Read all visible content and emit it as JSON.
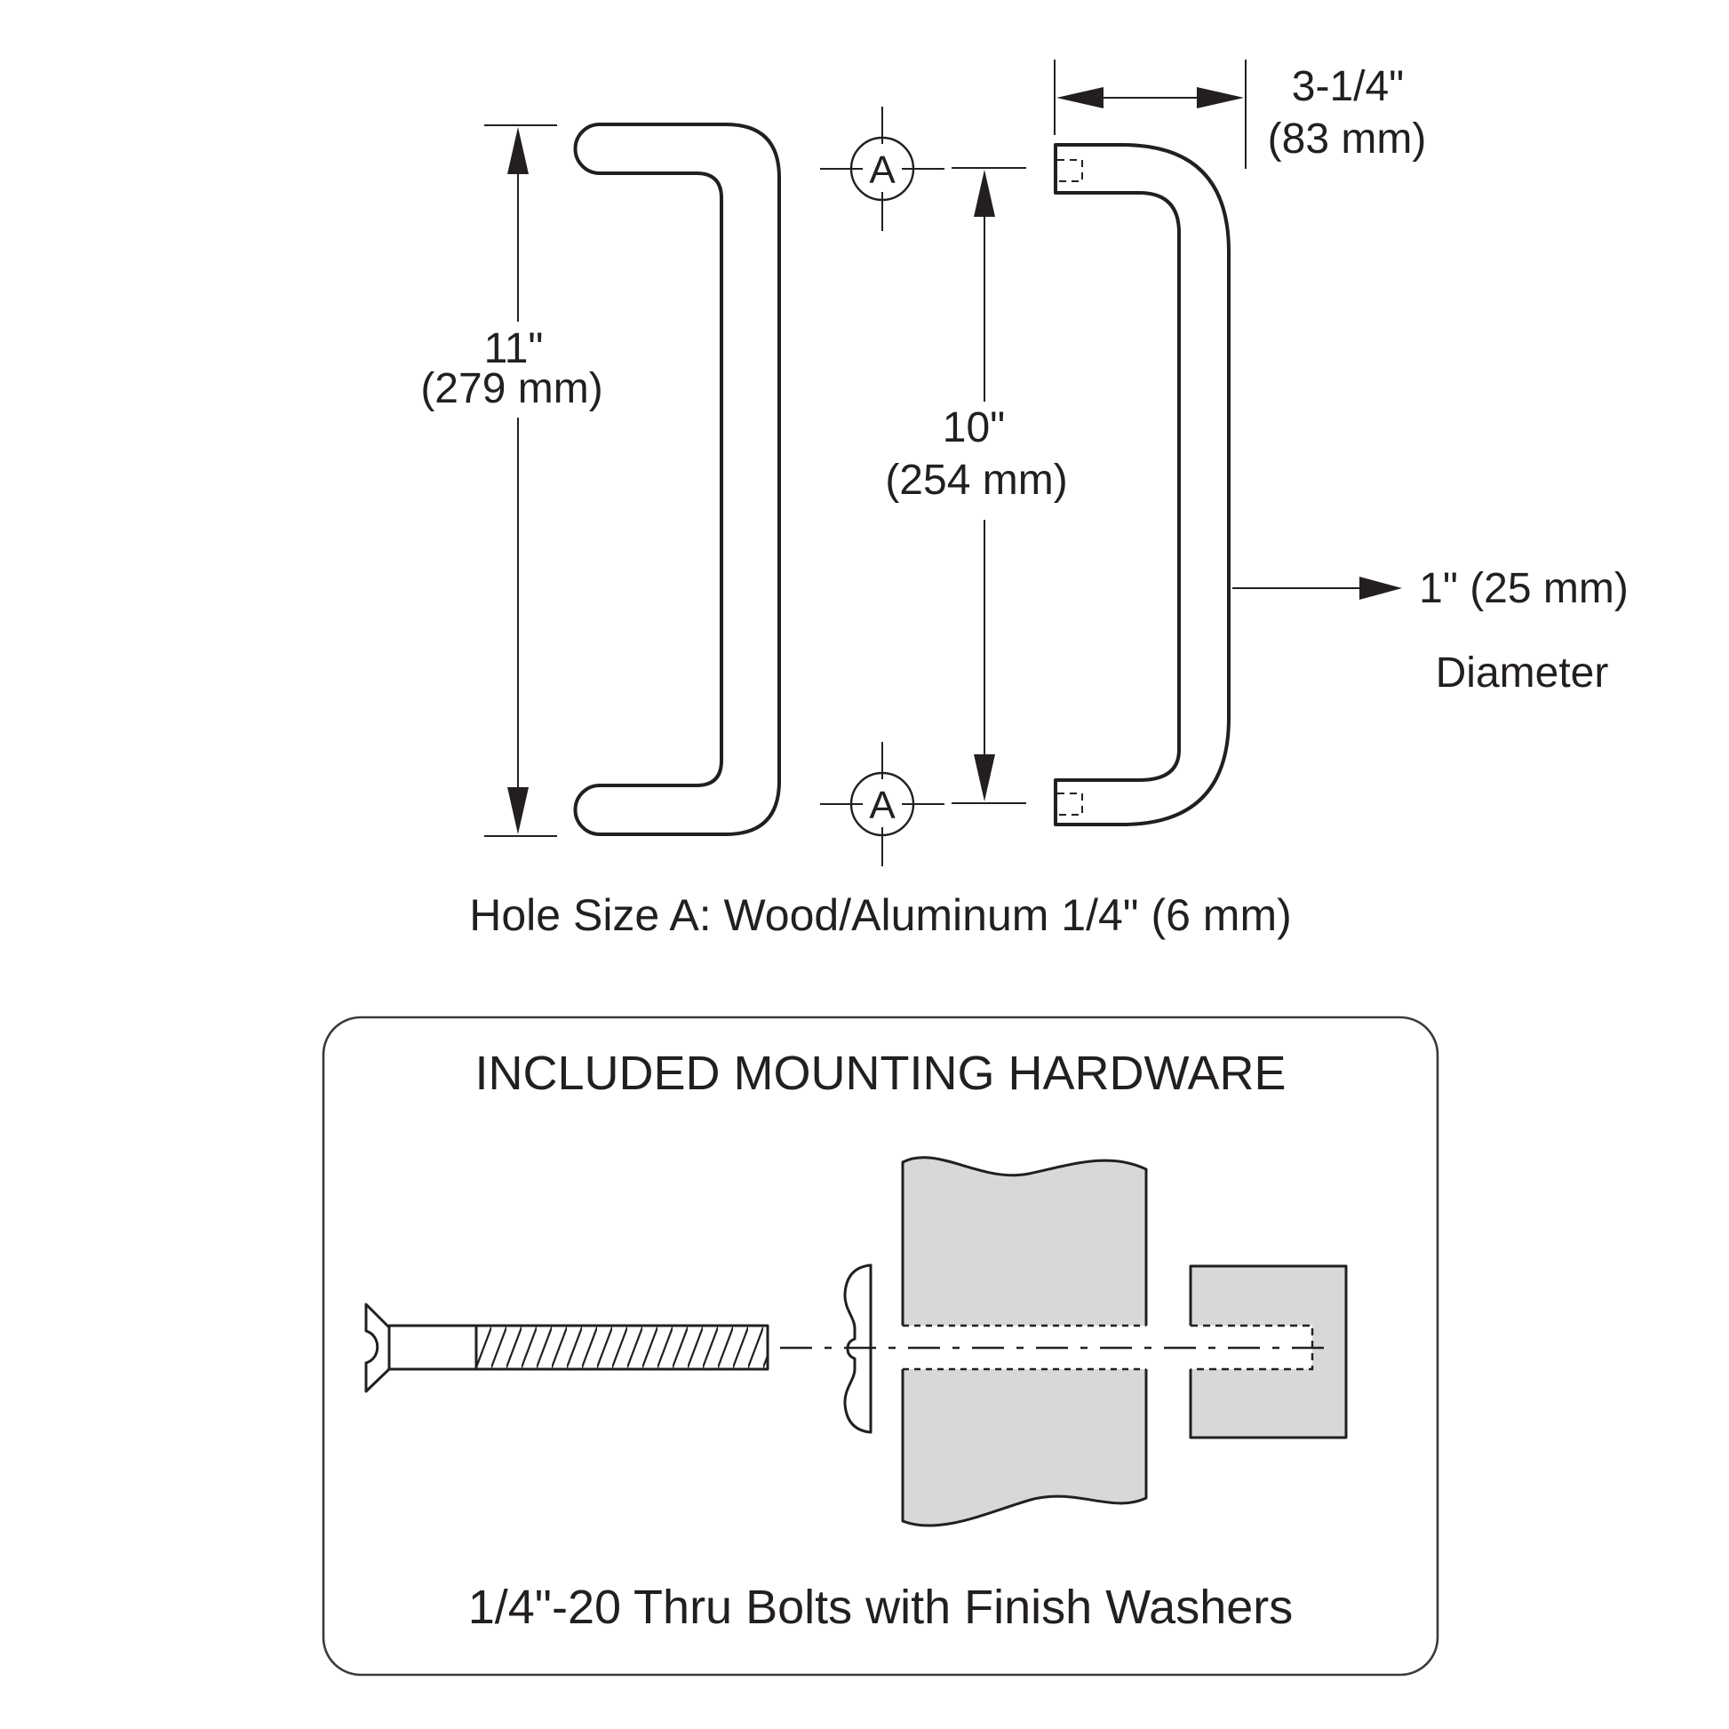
{
  "colors": {
    "background": "#ffffff",
    "line": "#231f20",
    "panel_fill": "#d8d8d8",
    "box_border": "#3a3a3a"
  },
  "top_diagram": {
    "side_view_dimension": {
      "inches": "11\"",
      "metric": "(279 mm)"
    },
    "hole_spacing_dimension": {
      "inches": "10\"",
      "metric": "(254 mm)"
    },
    "grip_length_dimension": {
      "inches": "3-1/4\"",
      "metric": "(83 mm)"
    },
    "diameter_callout": {
      "line1": "1\" (25 mm)",
      "line2": "Diameter"
    },
    "hole_marker_top": "A",
    "hole_marker_bottom": "A",
    "hole_size_note": "Hole Size A: Wood/Aluminum 1/4\" (6 mm)"
  },
  "hardware_box": {
    "title": "INCLUDED MOUNTING HARDWARE",
    "caption": "1/4\"-20 Thru Bolts with Finish Washers"
  }
}
